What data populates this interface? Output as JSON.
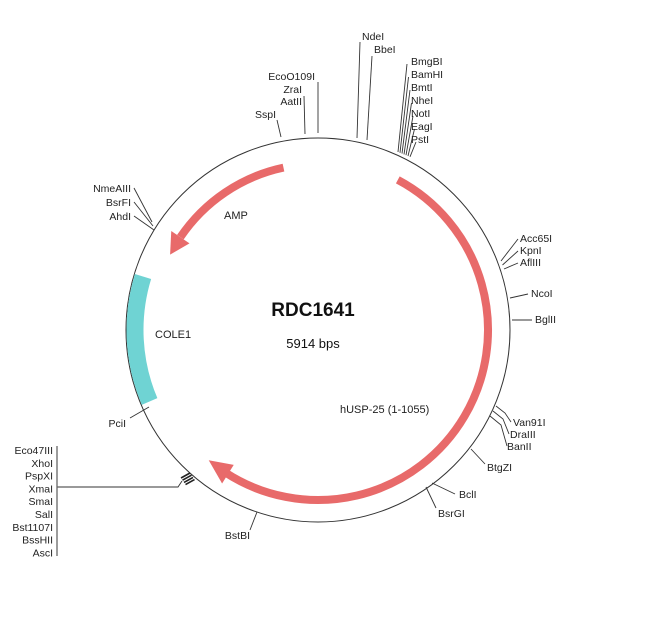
{
  "plasmid": {
    "name": "RDC1641",
    "size_label": "5914 bps"
  },
  "features": {
    "amp": {
      "label": "AMP",
      "color": "#e86a6a"
    },
    "cole1": {
      "label": "COLE1",
      "color": "#6fd3d3"
    },
    "husp": {
      "label": "hUSP-25 (1-1055)",
      "color": "#e86a6a"
    }
  },
  "sites": {
    "sspi": "SspI",
    "aatii": "AatII",
    "zrai": "ZraI",
    "eco0109i": "EcoO109I",
    "ndei": "NdeI",
    "bbei": "BbeI",
    "top_cluster": [
      "BmgBI",
      "BamHI",
      "BmtI",
      "NheI",
      "NotI",
      "EagI",
      "PstI"
    ],
    "right_cluster": [
      "Acc65I",
      "KpnI",
      "AflIII"
    ],
    "ncoi": "NcoI",
    "bglii": "BglII",
    "lower_right_cluster": [
      "Van91I",
      "DraIII",
      "BanII"
    ],
    "btgzi": "BtgZI",
    "bcli": "BclI",
    "bsrgi": "BsrGI",
    "bstbi": "BstBI",
    "mcs_cluster": [
      "Eco47III",
      "XhoI",
      "PspXI",
      "XmaI",
      "SmaI",
      "SalI",
      "Bst1107I",
      "BssHII",
      "AscI"
    ],
    "pcii": "PciI",
    "left_cluster": [
      "NmeAIII",
      "BsrFI",
      "AhdI"
    ]
  }
}
